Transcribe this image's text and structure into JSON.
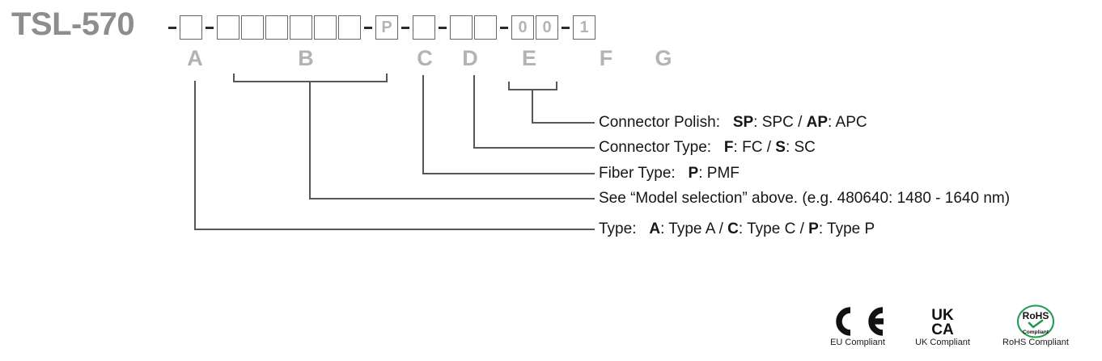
{
  "title": "TSL-570",
  "code": {
    "segments": [
      {
        "key": "A",
        "boxes": [
          ""
        ]
      },
      {
        "key": "B",
        "boxes": [
          "",
          "",
          "",
          "",
          "",
          ""
        ]
      },
      {
        "key": "C",
        "boxes": [
          "P"
        ]
      },
      {
        "key": "D",
        "boxes": [
          ""
        ]
      },
      {
        "key": "E",
        "boxes": [
          "",
          ""
        ]
      },
      {
        "key": "F",
        "boxes": [
          "0",
          "0"
        ]
      },
      {
        "key": "G",
        "boxes": [
          "1"
        ]
      }
    ],
    "separator": "-"
  },
  "letters": {
    "a": "A",
    "b": "B",
    "c": "C",
    "d": "D",
    "e": "E",
    "f": "F",
    "g": "G"
  },
  "descriptions": [
    {
      "key": "E",
      "label": "Connector Polish:",
      "codes": [
        {
          "code": "SP",
          "meaning": ": SPC"
        },
        {
          "sep": " / ",
          "code": "AP",
          "meaning": ": APC"
        }
      ]
    },
    {
      "key": "D",
      "label": "Connector Type:",
      "codes": [
        {
          "code": "F",
          "meaning": ": FC"
        },
        {
          "sep": " / ",
          "code": "S",
          "meaning": ": SC"
        }
      ]
    },
    {
      "key": "C",
      "label": "Fiber Type:",
      "codes": [
        {
          "code": "P",
          "meaning": ": PMF"
        }
      ]
    },
    {
      "key": "B",
      "label": "See “Model selection” above. (e.g. 480640: 1480 - 1640 nm)",
      "codes": []
    },
    {
      "key": "A",
      "label": "Type:",
      "codes": [
        {
          "code": "A",
          "meaning": ": Type A"
        },
        {
          "sep": " / ",
          "code": "C",
          "meaning": ": Type C"
        },
        {
          "sep": " / ",
          "code": "P",
          "meaning": ": Type P"
        }
      ]
    }
  ],
  "certifications": [
    {
      "name": "ce-mark",
      "caption": "EU Compliant"
    },
    {
      "name": "ukca-mark",
      "caption": "UK Compliant"
    },
    {
      "name": "rohs-mark",
      "caption": "RoHS Compliant",
      "text": "RoHS",
      "sub": "Compliant",
      "color": "#1f9a4d"
    }
  ],
  "colors": {
    "title_gray": "#8d8d8d",
    "letter_gray": "#b3b3b3",
    "box_stroke": "#6b6663",
    "leader": "#5b5653",
    "text": "#161616",
    "rohs_green": "#1f9a4d"
  }
}
